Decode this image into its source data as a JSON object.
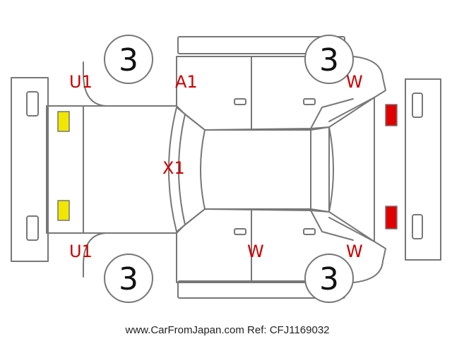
{
  "diagram": {
    "wheels": [
      "3",
      "3",
      "3",
      "3"
    ],
    "marks": {
      "front_left_corner": "U1",
      "front_left_fender": "A1",
      "hood": "X1",
      "rear_left_corner": "W",
      "front_right_corner": "U1",
      "right_rear_door": "W",
      "rear_right_corner": "W"
    },
    "light_colors": {
      "headlight": "#f0e600",
      "taillight": "#e00000"
    },
    "line_color": "#777777",
    "mark_color": "#cc0000"
  },
  "footer": {
    "credit": "www.CarFromJapan.com Ref: CFJ1169032"
  }
}
